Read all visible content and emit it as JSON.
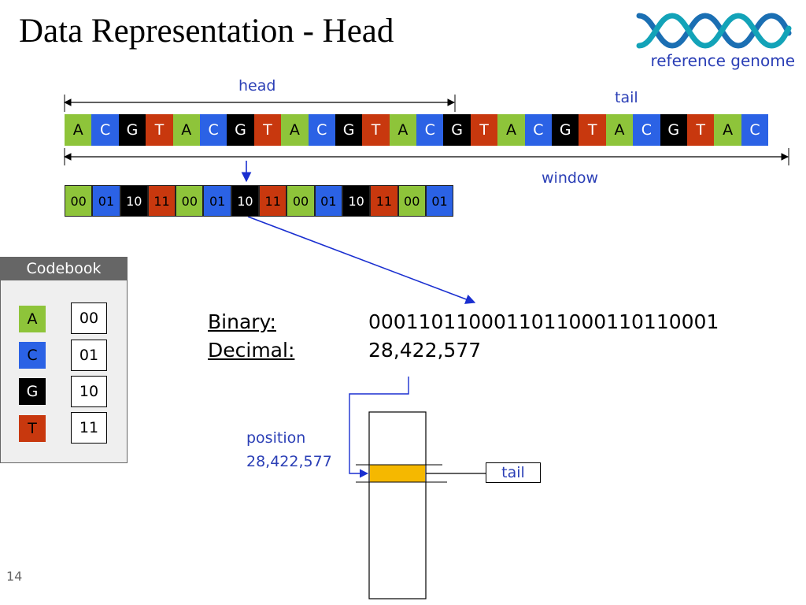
{
  "title": "Data Representation - Head",
  "logo": {
    "text": "reference genome"
  },
  "labels": {
    "head": "head",
    "tail": "tail",
    "window": "window"
  },
  "sequence": [
    "A",
    "C",
    "G",
    "T",
    "A",
    "C",
    "G",
    "T",
    "A",
    "C",
    "G",
    "T",
    "A",
    "C",
    "G",
    "T",
    "A",
    "C",
    "G",
    "T",
    "A",
    "C",
    "G",
    "T",
    "A",
    "C"
  ],
  "binary_sequence": [
    {
      "code": "00",
      "base": "A"
    },
    {
      "code": "01",
      "base": "C"
    },
    {
      "code": "10",
      "base": "G"
    },
    {
      "code": "11",
      "base": "T"
    },
    {
      "code": "00",
      "base": "A"
    },
    {
      "code": "01",
      "base": "C"
    },
    {
      "code": "10",
      "base": "G"
    },
    {
      "code": "11",
      "base": "T"
    },
    {
      "code": "00",
      "base": "A"
    },
    {
      "code": "01",
      "base": "C"
    },
    {
      "code": "10",
      "base": "G"
    },
    {
      "code": "11",
      "base": "T"
    },
    {
      "code": "00",
      "base": "A"
    },
    {
      "code": "01",
      "base": "C"
    }
  ],
  "codebook": {
    "title": "Codebook",
    "entries": [
      {
        "base": "A",
        "code": "00"
      },
      {
        "base": "C",
        "code": "01"
      },
      {
        "base": "G",
        "code": "10"
      },
      {
        "base": "T",
        "code": "11"
      }
    ]
  },
  "binary": {
    "label": "Binary:",
    "value": "0001101100011011000110110001"
  },
  "decimal": {
    "label": "Decimal:",
    "value": "28,422,577"
  },
  "position": {
    "label": "position",
    "value": "28,422,577"
  },
  "tail_box": "tail",
  "page_number": "14",
  "colors": {
    "A": "#8ec43a",
    "C": "#2b62e5",
    "G": "#000000",
    "T": "#c8380e",
    "accent": "#2b3fb6"
  }
}
